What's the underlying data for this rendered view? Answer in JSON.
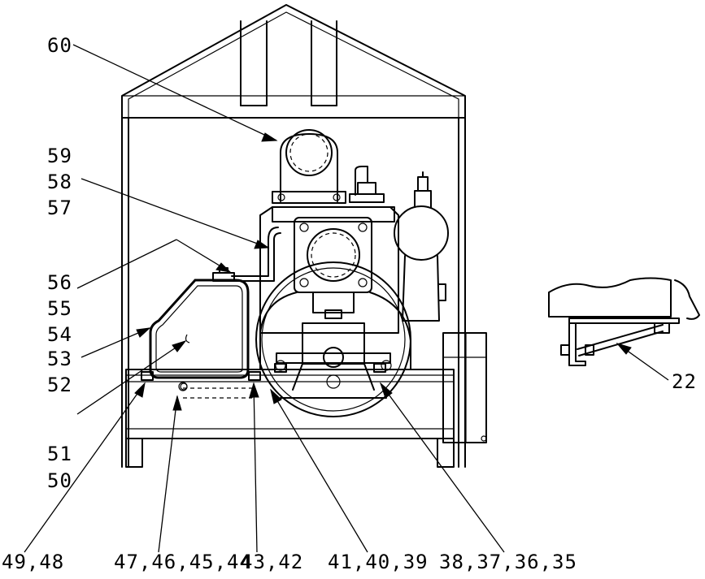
{
  "callouts": {
    "c60": "60",
    "c59": "59",
    "c58": "58",
    "c57": "57",
    "c56": "56",
    "c55": "55",
    "c54": "54",
    "c53": "53",
    "c52": "52",
    "c51": "51",
    "c50": "50",
    "c22": "22",
    "c49_48": "49,48",
    "c47_44": "47,46,45,44",
    "c43_42": "43,42",
    "c41_39": "41,40,39",
    "c38_35": "38,37,36,35"
  }
}
